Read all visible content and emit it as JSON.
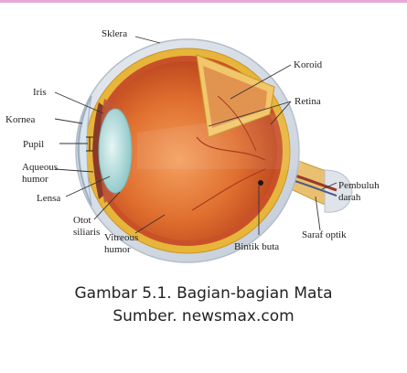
{
  "labels": {
    "sklera": "Sklera",
    "koroid": "Koroid",
    "iris": "Iris",
    "retina": "Retina",
    "kornea": "Kornea",
    "pupil": "Pupil",
    "aqueous_1": "Aqueous",
    "aqueous_2": "humor",
    "lensa": "Lensa",
    "otot_1": "Otot",
    "otot_2": "siliaris",
    "vitreous_1": "Vitreous",
    "vitreous_2": "humor",
    "bintik": "Bintik buta",
    "pembuluh_1": "Pembuluh",
    "pembuluh_2": "darah",
    "saraf": "Saraf optik"
  },
  "caption": {
    "title": "Gambar 5.1. Bagian-bagian Mata",
    "source": "Sumber. newsmax.com"
  },
  "colors": {
    "accent_rule": "#e9a8d6",
    "sclera": "#d4dde8",
    "choroid": "#e7b53a",
    "interior": "#d8622c",
    "lens": "#a8d6d6"
  }
}
